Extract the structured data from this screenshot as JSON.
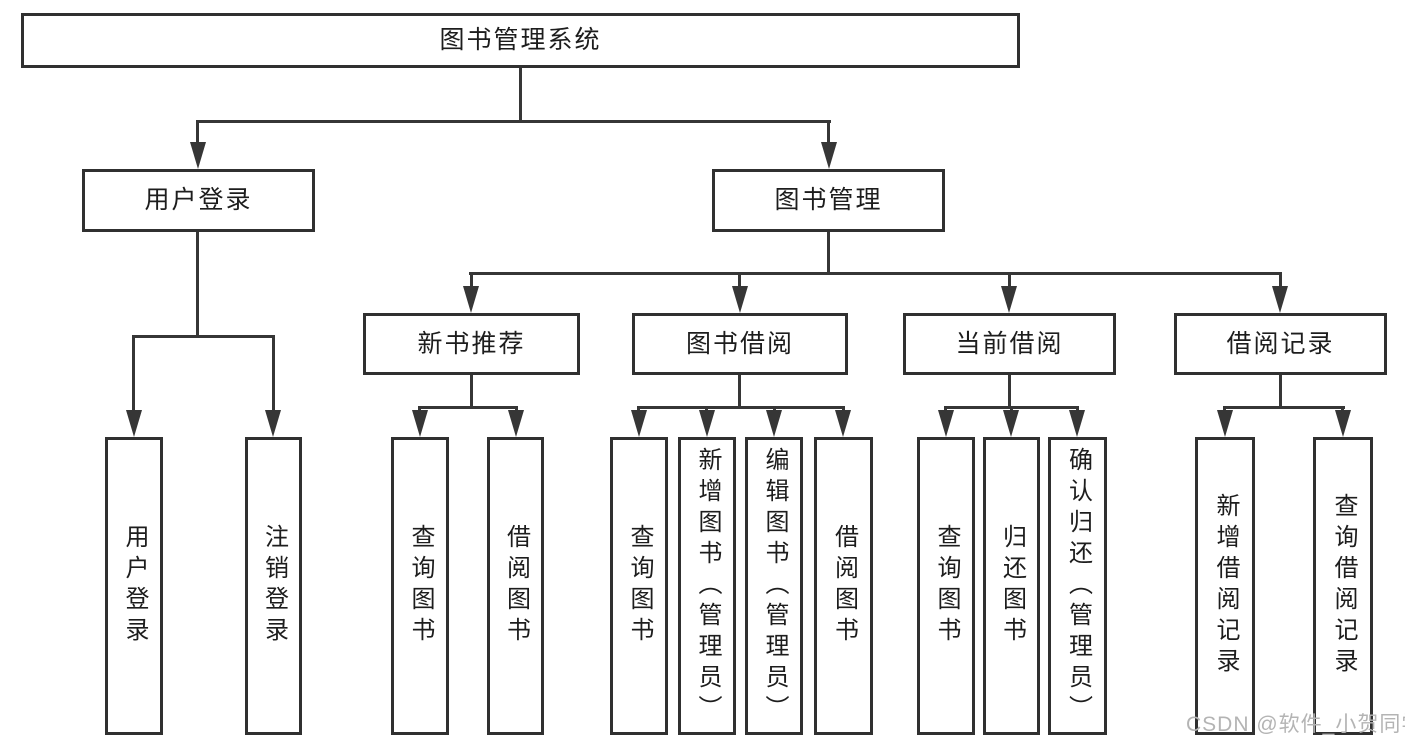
{
  "nodes": {
    "root": "图书管理系统",
    "level2": {
      "user_login": "用户登录",
      "book_management": "图书管理"
    },
    "level3": {
      "new_book_recommend": "新书推荐",
      "book_borrowing": "图书借阅",
      "current_borrowing": "当前借阅",
      "borrowing_records": "借阅记录"
    },
    "leaves": {
      "user_login": "用户登录",
      "logout": "注销登录",
      "recommend_query_books": "查询图书",
      "recommend_borrow_books": "借阅图书",
      "borrowing_query_books": "查询图书",
      "borrowing_add_books_admin": "新增图书（管理员）",
      "borrowing_edit_books_admin": "编辑图书（管理员）",
      "borrowing_borrow_books": "借阅图书",
      "current_query_books": "查询图书",
      "current_return_books": "归还图书",
      "current_confirm_return_admin": "确认归还（管理员）",
      "records_add_record": "新增借阅记录",
      "records_query_record": "查询借阅记录"
    }
  },
  "watermark": "CSDN @软件_小贺同学",
  "colors": {
    "line": "#363636",
    "box_border": "#303030",
    "text": "#1d1d1d",
    "watermark": "#b4b4b4",
    "background": "#ffffff"
  }
}
